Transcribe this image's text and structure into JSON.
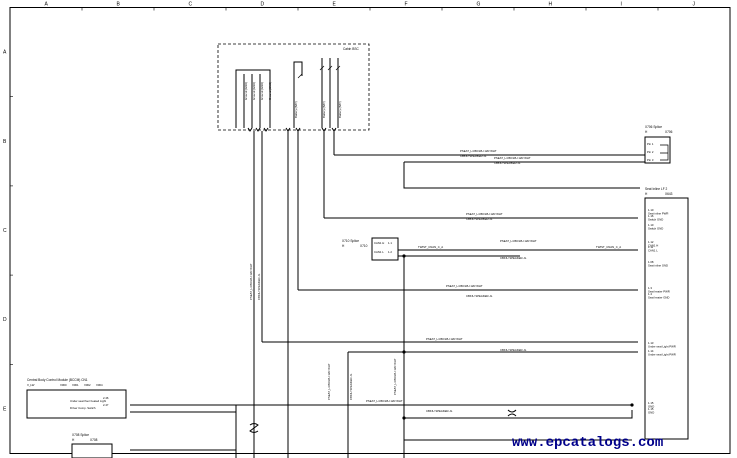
{
  "border": {
    "columns": [
      "A",
      "B",
      "C",
      "D",
      "E",
      "F",
      "G",
      "H",
      "I",
      "J"
    ],
    "rows": [
      "A",
      "B",
      "C",
      "D",
      "E"
    ]
  },
  "cabin_box": {
    "label": "Cabin BSC"
  },
  "cabin_pins": [
    "Ground (GND)",
    "Ground (GND)",
    "Ground (GND)",
    "Ground (GND)",
    "Battery (BAT)",
    "Battery (BAT)",
    "Battery (BAT)"
  ],
  "x706_top": {
    "title": "X706 Splice",
    "code": "X706",
    "pins": [
      "Pin 1",
      "Pin 2",
      "Pin 3"
    ]
  },
  "seat_inline": {
    "title": "Seat Inline LF 2",
    "code": "X643",
    "pins": [
      {
        "num": "1.10",
        "label": "Seat inline PWR"
      },
      {
        "num": "1.16",
        "label": "Switch GND"
      },
      {
        "num": "1.10",
        "label": "Switch GND"
      },
      {
        "num": "1.12",
        "label": "CAN1 H"
      },
      {
        "num": "1.11",
        "label": "CAN1 L"
      },
      {
        "num": "1.08",
        "label": "Seat inline GND"
      },
      {
        "num": "1.3",
        "label": "Seat heater PWR"
      },
      {
        "num": "1.4",
        "label": "Seat heater GND"
      },
      {
        "num": "1.13",
        "label": "Under seat Light PWR"
      },
      {
        "num": "1.14",
        "label": "Under seat Light PWR"
      },
      {
        "num": "1.15",
        "label": "GND"
      },
      {
        "num": "1.15",
        "label": "GND"
      }
    ]
  },
  "x710_splice": {
    "title": "X710 Splice",
    "code": "X710",
    "pins": [
      "1.1",
      "1.2"
    ],
    "labels": [
      "CAN1 H",
      "CAN1 L"
    ]
  },
  "twist_labels": [
    "TWIST_CNAN_C_A",
    "TWIST_CNAN_C_A"
  ],
  "cbcm": {
    "title": "Central Body Control Module (BCCM) CN1",
    "codes": [
      "X_LW",
      "X060",
      "X061",
      "X062",
      "X064"
    ],
    "pins": [
      {
        "num": "2.46",
        "label": "Under seat floor heated Light"
      },
      {
        "num": "2.47",
        "label": "Driver Comp. Switch"
      }
    ]
  },
  "x708_splice": {
    "title": "X708 Splice",
    "code": "X708"
  },
  "wire_labels": [
    "PSEAT_L4   BK/WH   12R   WHT",
    "CBKIU   SPEAKER-JL",
    "PSEAT_L4   BK/WH   12R   WHT",
    "CBKIU   SPEAKER-JL",
    "PSEAT_L4   BK/WH   12R   WHT",
    "CBKIU   SPEAKER-JL",
    "PSEAT_L4   BK/WH   12R   WHT",
    "CBKIU   SPEAKER-JL",
    "PSEAT_L4   BK/WH   12R   WHT",
    "CBKIU   SPEAKER-JL",
    "PSEAT_L4   BK/WH   12R   WHT",
    "CBKIU   SPEAKER-JL",
    "PSEAT_L4   BK/WH   12R   WHT",
    "CBKIU   SPEAKER-JL"
  ],
  "watermark": "www.epcatalogs.com"
}
